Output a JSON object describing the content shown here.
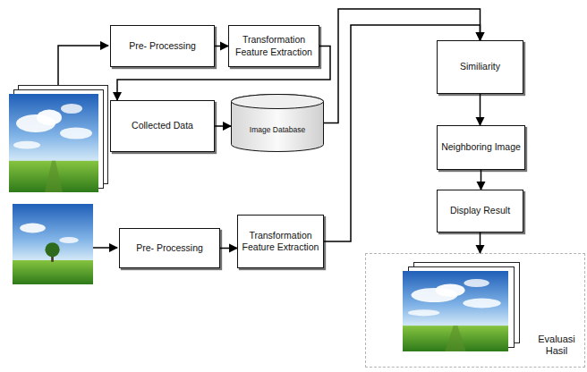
{
  "diagram": {
    "nodes": [
      {
        "text": [
          "Pre- Processing"
        ]
      },
      {
        "text": [
          "Transformation Feature Extraction"
        ]
      },
      {
        "text": [
          "Collected Data"
        ]
      },
      {
        "text": [
          "Image Database"
        ]
      },
      {
        "text": [
          "Similiarity"
        ]
      },
      {
        "text": [
          "Neighboring Image"
        ]
      },
      {
        "text": [
          "Display Result"
        ]
      },
      {
        "text": [
          "Pre- Processing"
        ]
      },
      {
        "text": [
          "Transformation Feature Extraction"
        ]
      },
      {
        "text": [
          "Evaluasi Hasil"
        ]
      }
    ],
    "edges": [
      {
        "from": 0,
        "to": 1,
        "arrow": "to"
      },
      {
        "from": 1,
        "to": 2,
        "arrow": "to"
      },
      {
        "from": 2,
        "to": 3,
        "arrow": "to"
      },
      {
        "from": 3,
        "to": 4,
        "arrow": "to"
      },
      {
        "from": 7,
        "to": 8,
        "arrow": "to"
      },
      {
        "from": 8,
        "to": 4,
        "arrow": "to"
      },
      {
        "from": 4,
        "to": 5,
        "arrow": "to"
      },
      {
        "from": 5,
        "to": 6,
        "arrow": "to"
      },
      {
        "from": 6,
        "to": 9,
        "arrow": "to"
      }
    ]
  }
}
